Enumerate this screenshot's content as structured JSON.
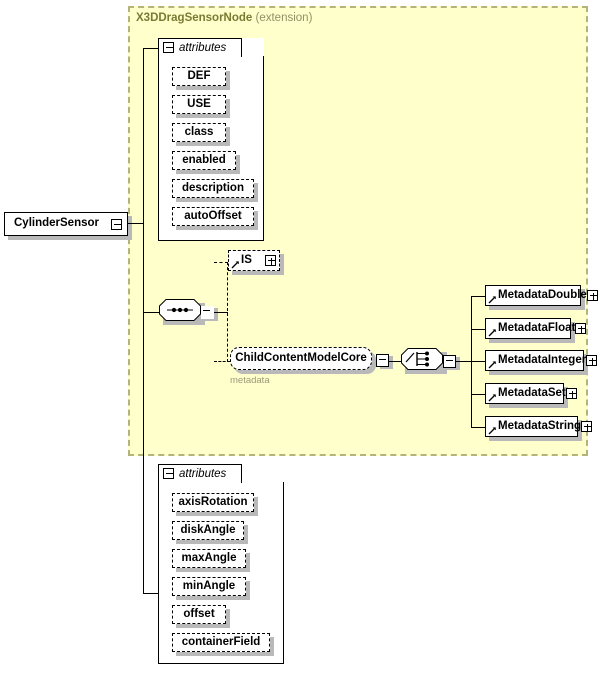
{
  "diagram": {
    "type": "xml-schema-component-diagram",
    "root_element": {
      "name": "CylinderSensor",
      "expander": "minus"
    },
    "extension": {
      "base_name": "X3DDragSensorNode",
      "kind_label": "(extension)"
    },
    "attributes_inherited": {
      "header": "attributes",
      "expander": "minus",
      "items": [
        {
          "name": "DEF"
        },
        {
          "name": "USE"
        },
        {
          "name": "class"
        },
        {
          "name": "enabled"
        },
        {
          "name": "description"
        },
        {
          "name": "autoOffset"
        }
      ]
    },
    "attributes_own": {
      "header": "attributes",
      "expander": "minus",
      "items": [
        {
          "name": "axisRotation"
        },
        {
          "name": "diskAngle"
        },
        {
          "name": "maxAngle"
        },
        {
          "name": "minAngle"
        },
        {
          "name": "offset"
        },
        {
          "name": "containerField"
        }
      ]
    },
    "content_model": {
      "sequence_icon": "sequence-compositor-icon",
      "sequence_expander": "minus",
      "children": [
        {
          "name": "IS",
          "style": "optional",
          "expander": "plus"
        },
        {
          "name": "ChildContentModelCore",
          "style": "group-reference",
          "caption": "metadata",
          "expander": "minus"
        }
      ],
      "choice": {
        "icon": "choice-compositor-icon",
        "expander": "minus",
        "options": [
          {
            "name": "MetadataDouble",
            "expander": "plus"
          },
          {
            "name": "MetadataFloat",
            "expander": "plus"
          },
          {
            "name": "MetadataInteger",
            "expander": "plus"
          },
          {
            "name": "MetadataSet",
            "expander": "plus"
          },
          {
            "name": "MetadataString",
            "expander": "plus"
          }
        ]
      }
    },
    "colors": {
      "extension_fill": "#ffffcc",
      "extension_border": "#b3b37a",
      "extension_title": "#7a7a33",
      "node_fill": "#ffffff",
      "line": "#000000",
      "shadow": "#b9b9b9",
      "caption": "#9a9a7a"
    }
  }
}
